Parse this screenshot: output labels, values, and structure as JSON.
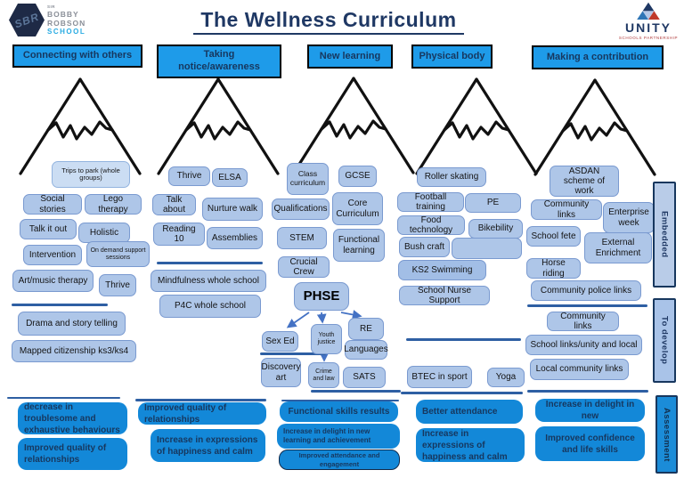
{
  "title": "The Wellness Curriculum",
  "logo_sbr": {
    "initials": "SBR",
    "prefix": "SIR",
    "name1": "BOBBY",
    "name2": "ROBSON",
    "name3": "SCHOOL"
  },
  "logo_unity": {
    "name": "UNITY",
    "tagline": "SCHOOLS PARTNERSHIP"
  },
  "side_labels": {
    "embedded": "Embedded",
    "to_develop": "To develop",
    "assessment": "Assessment"
  },
  "colors": {
    "header_blue": "#1E9BE9",
    "box_blue": "#AEC6E8",
    "bright_blue": "#1388D8",
    "navy": "#1F3864"
  },
  "columns": [
    {
      "header": "Connecting with others",
      "embedded": [
        "Trips to park (whole groups)",
        "Social stories",
        "Lego therapy",
        "Talk it out",
        "Holistic",
        "Intervention",
        "On demand support sessions",
        "Art/music therapy",
        "Thrive"
      ],
      "to_develop": [
        "Drama and story telling",
        "Mapped citizenship ks3/ks4"
      ],
      "assessment": [
        "decrease in troublesome and exhaustive behaviours",
        "Improved quality of relationships"
      ]
    },
    {
      "header": "Taking notice/awareness",
      "embedded": [
        "Thrive",
        "ELSA",
        "Talk about",
        "Nurture walk",
        "Reading 10",
        "Assemblies"
      ],
      "to_develop": [
        "Mindfulness whole school",
        "P4C whole school"
      ],
      "assessment": [
        "Improved quality of relationships",
        "Increase in expressions of happiness and calm"
      ]
    },
    {
      "header": "New learning",
      "embedded": [
        "Class curriculum",
        "GCSE",
        "Qualifications",
        "Core Curriculum",
        "STEM",
        "Functional learning",
        "Crucial Crew"
      ],
      "phse": {
        "root": "PHSE",
        "sex_ed": "Sex Ed",
        "youth_justice": "Youth justice",
        "re": "RE",
        "languages": "Languages",
        "discovery_art": "Discovery art",
        "crime_and_law": "Crime and law",
        "sats": "SATS"
      },
      "assessment": [
        "Functional skills results",
        "Increase in delight in new learning and achievement",
        "Improved attendance and engagement"
      ]
    },
    {
      "header": "Physical body",
      "embedded": [
        "Roller skating",
        "Football training",
        "PE",
        "Food technology",
        "Bikebility",
        "Bush craft",
        "",
        "KS2 Swimming",
        "School Nurse Support"
      ],
      "to_develop": [
        "BTEC in sport",
        "Yoga"
      ],
      "assessment": [
        "Better attendance",
        "Increase in expressions of happiness and calm"
      ]
    },
    {
      "header": "Making a contribution",
      "embedded": [
        "ASDAN scheme of work",
        "Community links",
        "Enterprise week",
        "School fete",
        "External Enrichment",
        "Horse riding",
        "Community police links"
      ],
      "to_develop": [
        "Community links",
        "School links/unity and local",
        "Local community links"
      ],
      "assessment": [
        "Increase in delight in new",
        "Improved confidence and life skills"
      ]
    }
  ]
}
